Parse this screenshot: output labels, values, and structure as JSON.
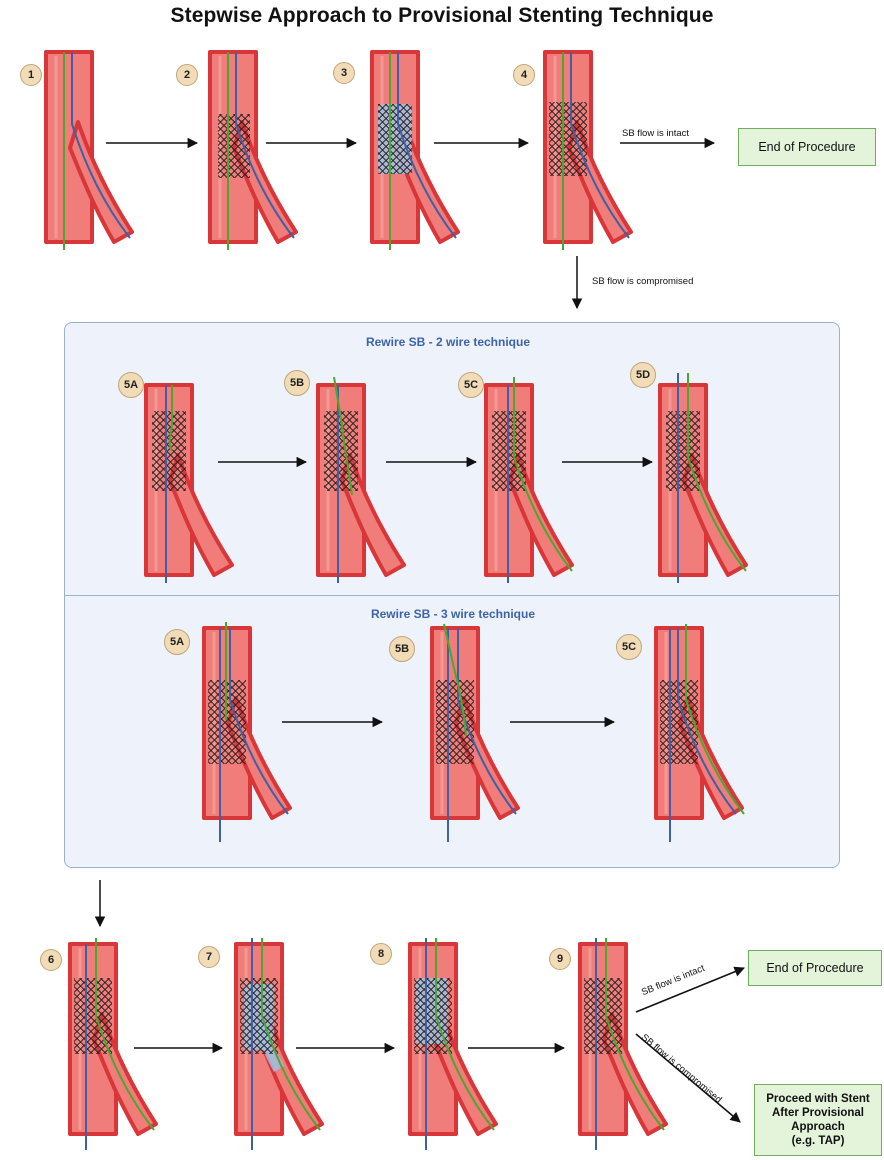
{
  "title": "Stepwise Approach to Provisional Stenting Technique",
  "sections": {
    "two_wire": "Rewire SB - 2 wire technique",
    "three_wire": "Rewire SB - 3 wire technique"
  },
  "steps": {
    "s1": "1",
    "s2": "2",
    "s3": "3",
    "s4": "4",
    "a5a": "5A",
    "a5b": "5B",
    "a5c": "5C",
    "a5d": "5D",
    "b5a": "5A",
    "b5b": "5B",
    "b5c": "5C",
    "s6": "6",
    "s7": "7",
    "s8": "8",
    "s9": "9"
  },
  "flow": {
    "intact_top": "SB flow is intact",
    "compromised_top": "SB flow is compromised",
    "intact_bottom": "SB flow is intact",
    "compromised_bottom": "SB flow is compromised"
  },
  "outcomes": {
    "end_top": "End of Procedure",
    "end_bottom": "End of Procedure",
    "proceed_line1": "Proceed with Stent",
    "proceed_line2": "After Provisional",
    "proceed_line3": "Approach",
    "proceed_line4": "(e.g. TAP)"
  },
  "colors": {
    "vessel": "#d9363a",
    "vessel_lumen": "#f07d7a",
    "wire_green": "#4aa72f",
    "wire_blue": "#3f5fa6",
    "stent": "#1f1f1f",
    "balloon": "#9fc0e0",
    "badge_fill": "#f1dcb7",
    "box_fill": "#e3f4db",
    "box_border": "#6fae5c",
    "panel_fill": "#edf2fb",
    "panel_border": "#9cb1cf",
    "section_text": "#3e63a8"
  }
}
